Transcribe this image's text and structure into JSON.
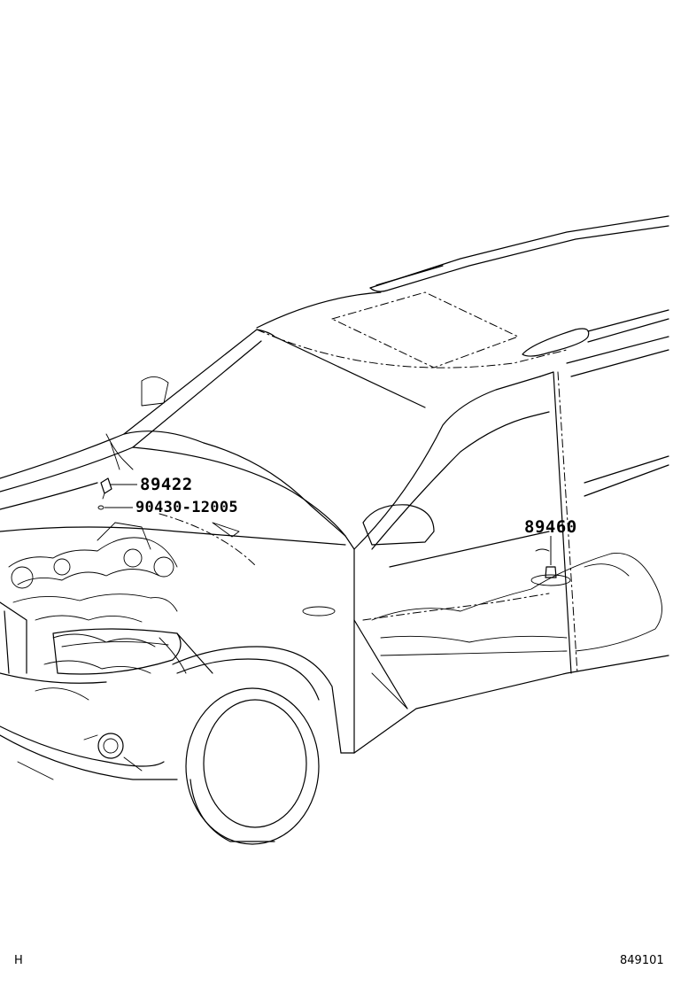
{
  "callouts": {
    "part_89422": "89422",
    "part_90430": "90430-12005",
    "part_89460": "89460"
  },
  "footer": {
    "left_code": "H",
    "right_code": "849101"
  }
}
